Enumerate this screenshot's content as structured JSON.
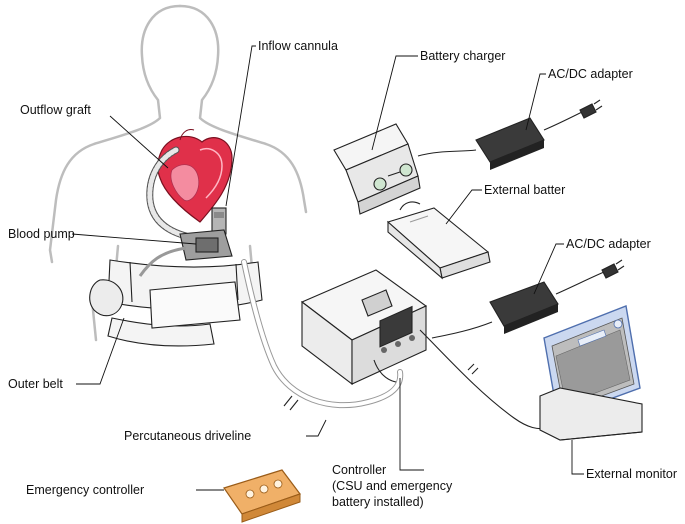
{
  "labels": {
    "inflow_cannula": "Inflow cannula",
    "battery_charger": "Battery charger",
    "acdc_adapter_top": "AC/DC adapter",
    "outflow_graft": "Outflow graft",
    "external_battery": "External batter",
    "blood_pump": "Blood pump",
    "acdc_adapter_mid": "AC/DC adapter",
    "outer_belt": "Outer belt",
    "percutaneous_driveline": "Percutaneous driveline",
    "controller_line1": "Controller",
    "controller_line2": "(CSU and emergency",
    "controller_line3": "battery installed)",
    "external_monitor": "External monitor",
    "emergency_controller": "Emergency controller"
  },
  "colors": {
    "heart": "#e0304a",
    "heart_light": "#f48ca0",
    "emergency_controller": "#f0b068",
    "monitor_frame": "#7f9fd6",
    "outline": "#222222",
    "body_outline": "#bdbdbd"
  }
}
